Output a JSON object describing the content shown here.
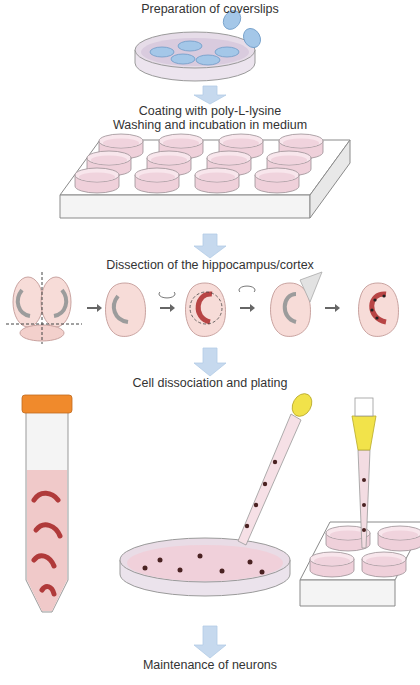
{
  "diagram": {
    "nodes": [
      {
        "text": [
          "Preparation of coverslips"
        ]
      },
      {
        "text": [
          "Coating with poly-L-lysine",
          "Washing and incubation in medium"
        ]
      },
      {
        "text": [
          "Dissection of the hippocampus/cortex"
        ]
      },
      {
        "text": [
          "Cell dissociation and plating"
        ]
      },
      {
        "text": [
          "Maintenance of neurons"
        ]
      }
    ],
    "edges": [
      {
        "from": 0,
        "to": 1,
        "arrow": "to"
      },
      {
        "from": 1,
        "to": 2,
        "arrow": "to"
      },
      {
        "from": 2,
        "to": 3,
        "arrow": "to"
      },
      {
        "from": 3,
        "to": 4,
        "arrow": "to"
      }
    ]
  }
}
